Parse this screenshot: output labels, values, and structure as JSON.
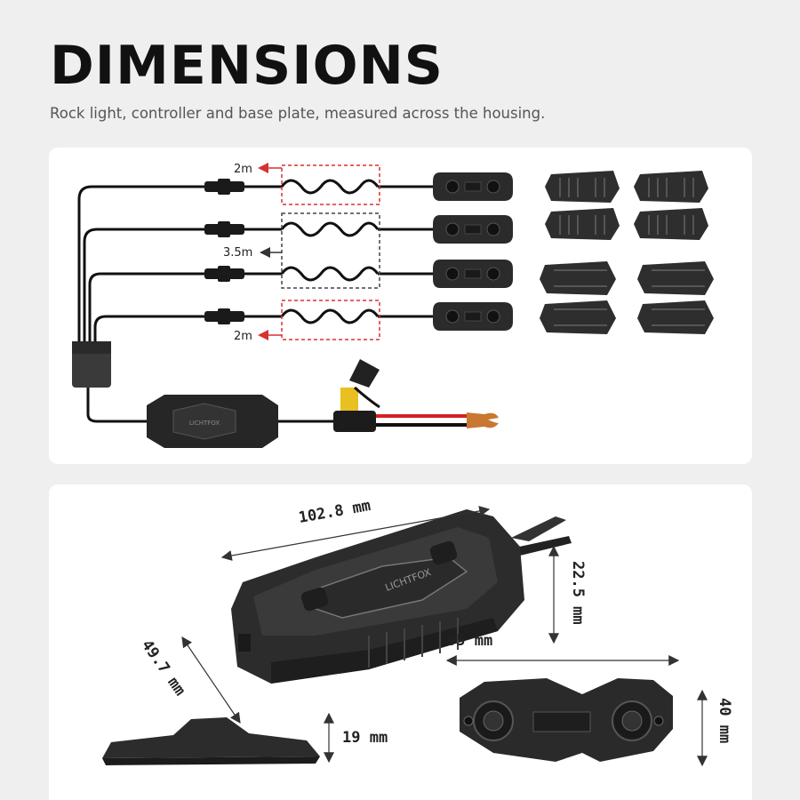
{
  "header": {
    "title": "DIMENSIONS",
    "subtitle": "Rock light, controller and base plate, measured across the housing."
  },
  "wiring_diagram": {
    "cable_labels": {
      "top": "2m",
      "middle": "3.5m",
      "bottom": "2m"
    },
    "controller_logo": "LICHTFOX",
    "accent_color": "#d93030",
    "wire_red": "#d62020",
    "wire_black": "#111111"
  },
  "dimension_views": {
    "controller_length": "102.8 mm",
    "controller_height": "22.5 mm",
    "controller_logo": "LICHTFOX",
    "base_plate_width": "49.7 mm",
    "base_plate_height": "19 mm",
    "rock_light_length": "95 mm",
    "rock_light_width": "40 mm"
  }
}
